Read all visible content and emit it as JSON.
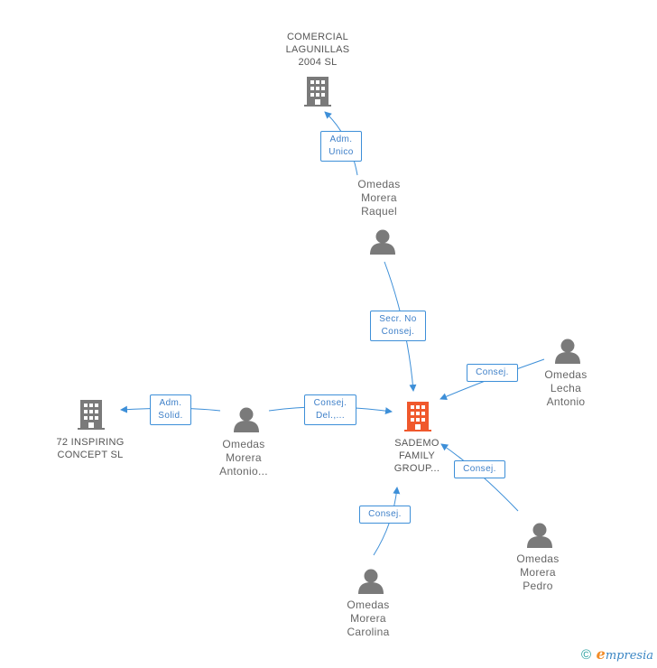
{
  "nodes": {
    "comercial": {
      "lines": [
        "COMERCIAL",
        "LAGUNILLAS",
        "2004 SL"
      ],
      "type": "company"
    },
    "inspiring": {
      "lines": [
        "72 INSPIRING",
        "CONCEPT SL"
      ],
      "type": "company"
    },
    "sademo": {
      "lines": [
        "SADEMO",
        "FAMILY",
        "GROUP..."
      ],
      "type": "company-main"
    },
    "raquel": {
      "lines": [
        "Omedas",
        "Morera",
        "Raquel"
      ],
      "type": "person"
    },
    "antonio_morera": {
      "lines": [
        "Omedas",
        "Morera",
        "Antonio..."
      ],
      "type": "person"
    },
    "lecha": {
      "lines": [
        "Omedas",
        "Lecha",
        "Antonio"
      ],
      "type": "person"
    },
    "pedro": {
      "lines": [
        "Omedas",
        "Morera",
        "Pedro"
      ],
      "type": "person"
    },
    "carolina": {
      "lines": [
        "Omedas",
        "Morera",
        "Carolina"
      ],
      "type": "person"
    }
  },
  "edges": {
    "adm_unico": {
      "lines": [
        "Adm.",
        "Unico"
      ]
    },
    "secr": {
      "lines": [
        "Secr.  No",
        "Consej."
      ]
    },
    "consej_lecha": {
      "lines": [
        "Consej."
      ]
    },
    "adm_solid": {
      "lines": [
        "Adm.",
        "Solid."
      ]
    },
    "consej_del": {
      "lines": [
        "Consej.",
        "Del.,..."
      ]
    },
    "consej_pedro": {
      "lines": [
        "Consej."
      ]
    },
    "consej_carolina": {
      "lines": [
        "Consej."
      ]
    }
  },
  "colors": {
    "edge": "#3d8fd8",
    "company": "#7a7a7a",
    "company_main": "#f0582c",
    "person": "#7a7a7a"
  },
  "footer": {
    "copyright": "©",
    "brand_initial": "e",
    "brand_rest": "mpresia"
  }
}
